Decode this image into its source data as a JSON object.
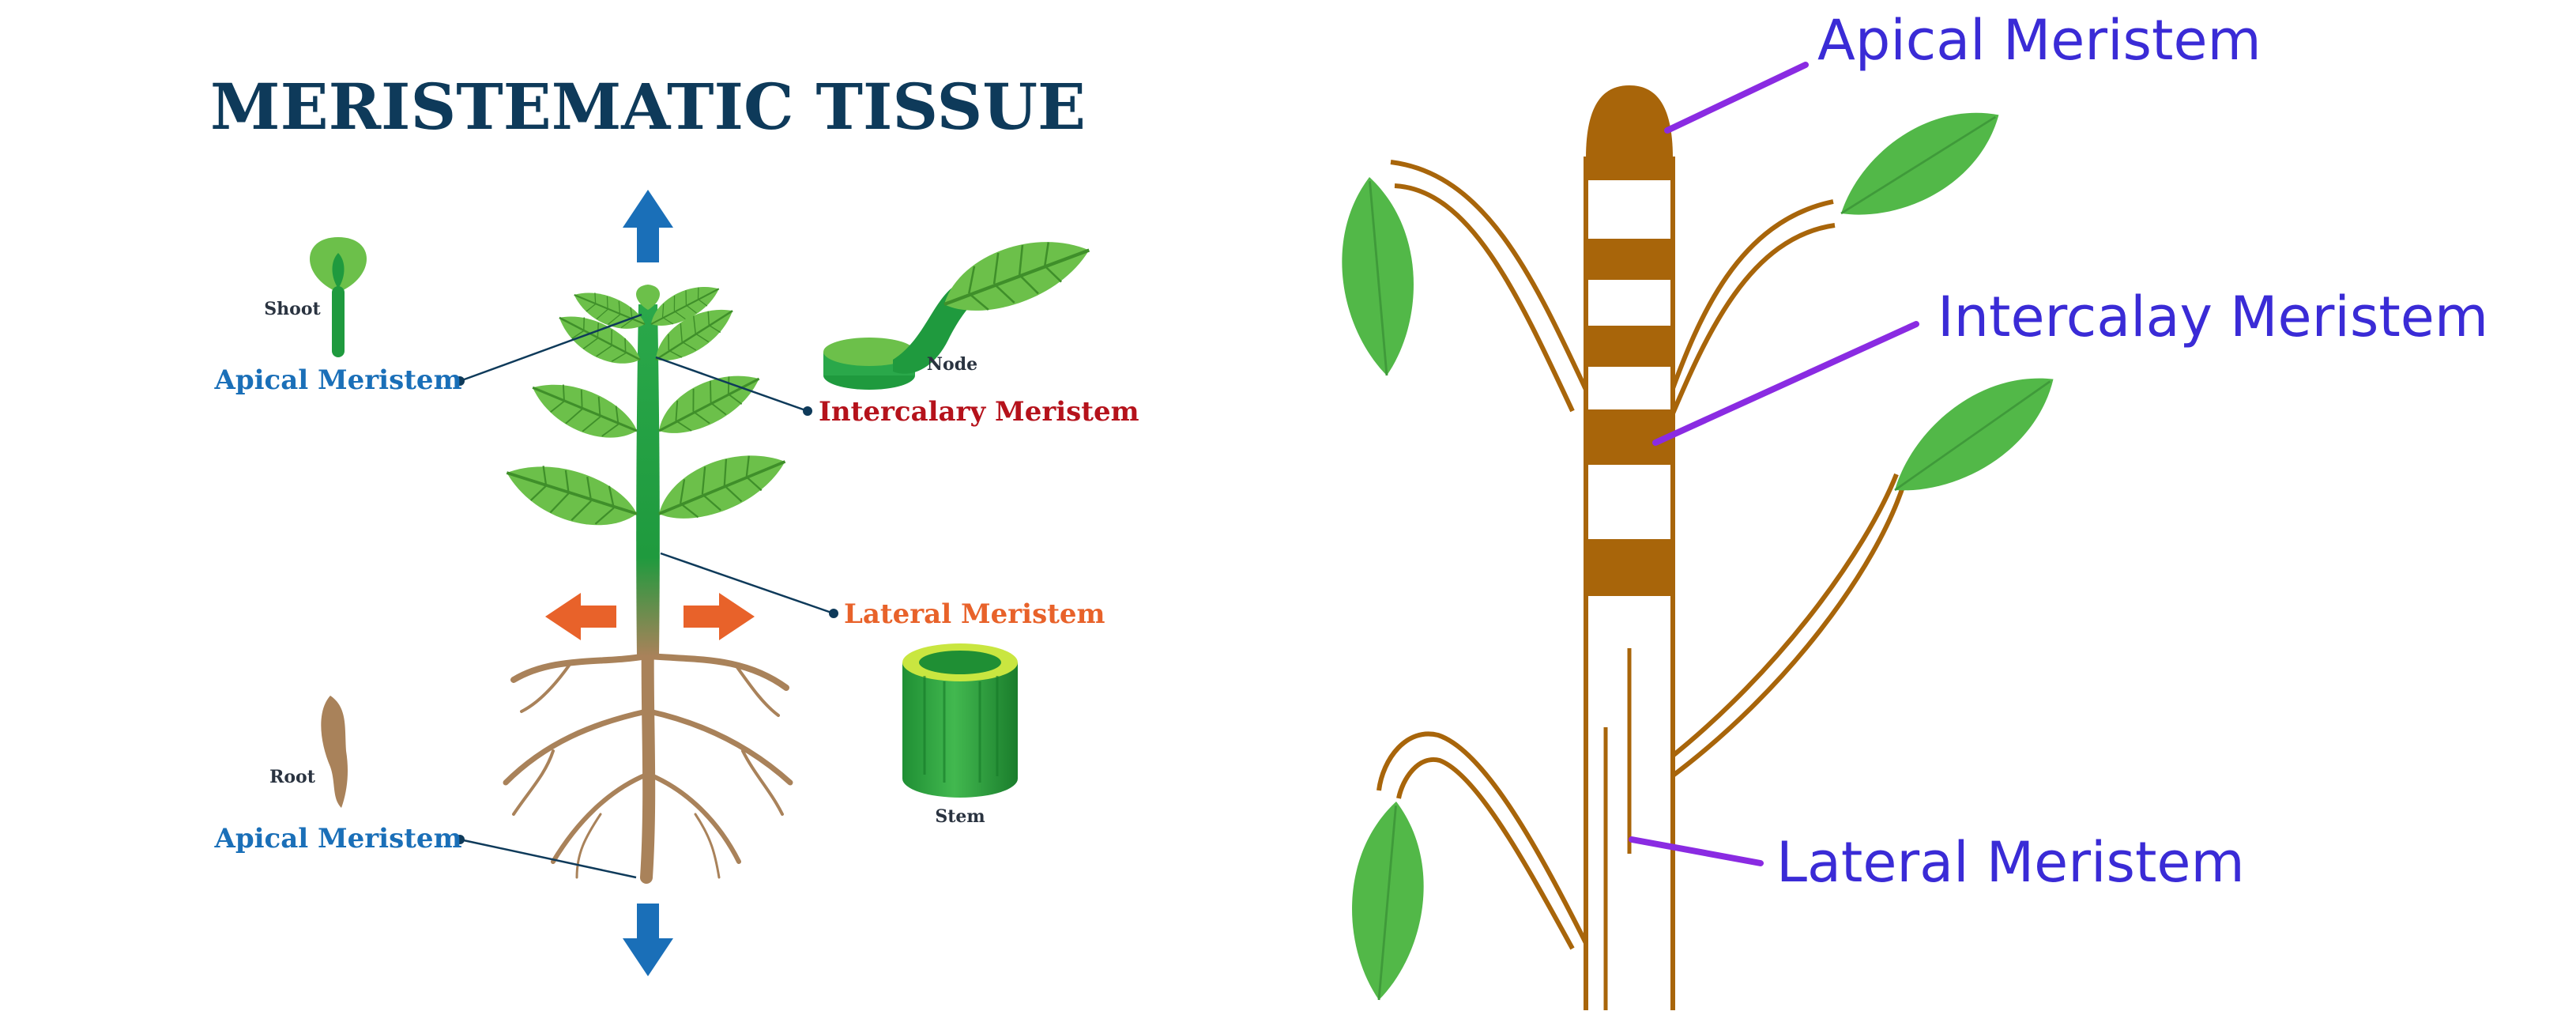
{
  "left_panel": {
    "title": "MERISTEMATIC TISSUE",
    "shoot_label": "Shoot",
    "root_label": "Root",
    "node_label": "Node",
    "stem_label": "Stem",
    "apical_top_label": "Apical Meristem",
    "apical_bottom_label": "Apical Meristem",
    "intercalary_label": "Intercalary Meristem",
    "lateral_label": "Lateral Meristem",
    "colors": {
      "title": "#0e3a5a",
      "apical": "#1a6fb8",
      "intercalary": "#b5121b",
      "lateral": "#e8622a",
      "small_label": "#2a3340",
      "leaf": "#6cc04a",
      "stem": "#1f9a3e",
      "root": "#a9825a"
    }
  },
  "right_panel": {
    "apical_label": "Apical Meristem",
    "intercalary_label": "Intercalay Meristem",
    "lateral_label": "Lateral Meristem",
    "colors": {
      "label": "#3a2bd6",
      "pointer": "#8a2be2",
      "stem_band": "#a8650a",
      "leaf": "#52b848"
    }
  }
}
